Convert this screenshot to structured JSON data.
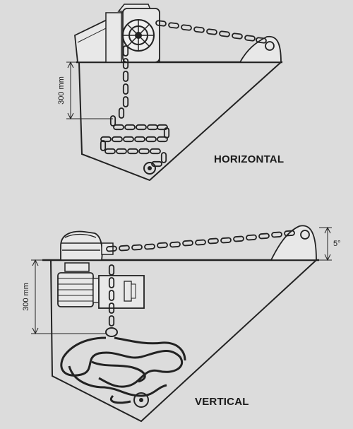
{
  "labels": {
    "horizontal": "HORIZONTAL",
    "vertical": "VERTICAL",
    "dim_top": "300 mm",
    "dim_bottom": "300 mm",
    "angle": "5°"
  },
  "colors": {
    "background": "#dcdcdc",
    "line": "#222222",
    "fill": "#e8e8e8"
  }
}
